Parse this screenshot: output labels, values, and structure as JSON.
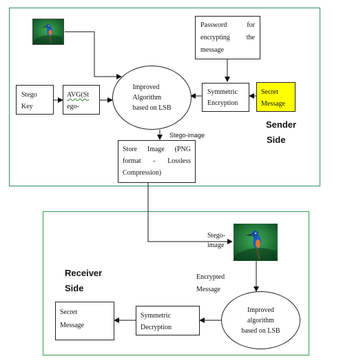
{
  "sender": {
    "title_line1": "Sender",
    "title_line2": "Side",
    "password_box": [
      "Password for",
      "encrypting the",
      "message"
    ],
    "algorithm": [
      "Improved",
      "Algorithm",
      "based on LSB"
    ],
    "stego_key": [
      "Stego",
      "Key"
    ],
    "avg": [
      "AVG(St",
      "ego-"
    ],
    "symmetric_encryption": [
      "Symmetric",
      "Encryption"
    ],
    "secret_message": [
      "Secret",
      "Message"
    ],
    "stego_image_label": "Stego-image",
    "store_image": [
      "Store Image (PNG",
      "format - Lossless",
      "Compression)"
    ]
  },
  "receiver": {
    "title_line1": "Receiver",
    "title_line2": "Side",
    "stego_image_label": [
      "Stego-",
      "image"
    ],
    "encrypted_label": [
      "Encrypted",
      "Message"
    ],
    "algorithm": [
      "Improved",
      "algorithm",
      "based on LSB"
    ],
    "symmetric_decryption": [
      "Symmetric",
      "Decryption"
    ],
    "secret_message": [
      "Secret",
      "Message"
    ]
  },
  "colors": {
    "sender_border": "#2f8f6a",
    "receiver_border": "#2f9a4a",
    "secret_highlight": "#ffff00",
    "cover_image_green": "#1f7a3a"
  },
  "icons": {
    "cover_image": "kingfisher-bird-image",
    "stego_image": "kingfisher-bird-image"
  }
}
